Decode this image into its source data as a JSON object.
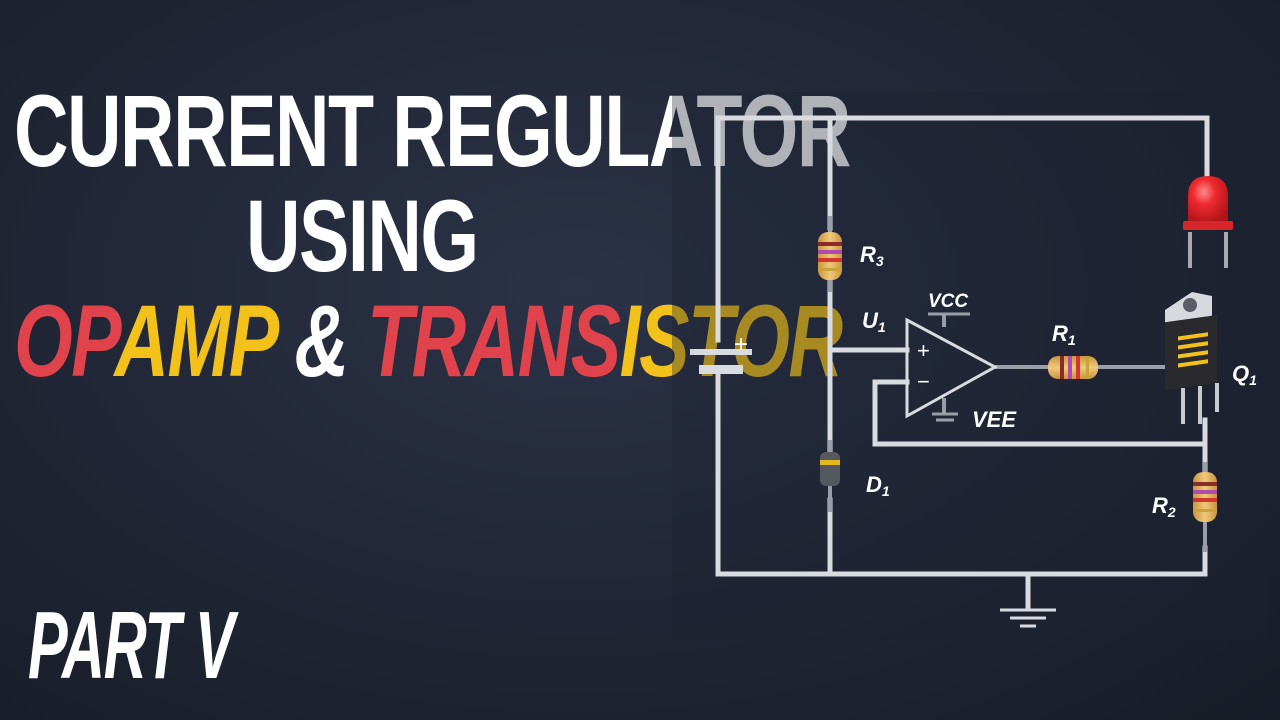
{
  "title": {
    "line1": "CURRENT REGULATOR",
    "line2": "USING",
    "line3": [
      {
        "text": "OP",
        "color": "red"
      },
      {
        "text": "AMP",
        "color": "yellow"
      },
      {
        "text": " & ",
        "color": "white"
      },
      {
        "text": "TRANS",
        "color": "red"
      },
      {
        "text": "ISTOR",
        "color": "yellow"
      }
    ]
  },
  "part_label": "PART V",
  "circuit": {
    "labels": {
      "r3": {
        "main": "R",
        "sub": "3"
      },
      "r1": {
        "main": "R",
        "sub": "1"
      },
      "r2": {
        "main": "R",
        "sub": "2"
      },
      "u1": {
        "main": "U",
        "sub": "1"
      },
      "d1": {
        "main": "D",
        "sub": "1"
      },
      "q1": {
        "main": "Q",
        "sub": "1"
      },
      "vcc": "VCC",
      "vee": "VEE",
      "plus": "+",
      "minus": "−",
      "battery_plus": "+"
    }
  },
  "colors": {
    "wire": "#d9dbe0",
    "accent_red": "#e0434b",
    "accent_yellow": "#f2c21a",
    "led_red": "#e8262c",
    "resistor_body": "#e2b45a",
    "transistor_body": "#2a2a2e"
  }
}
